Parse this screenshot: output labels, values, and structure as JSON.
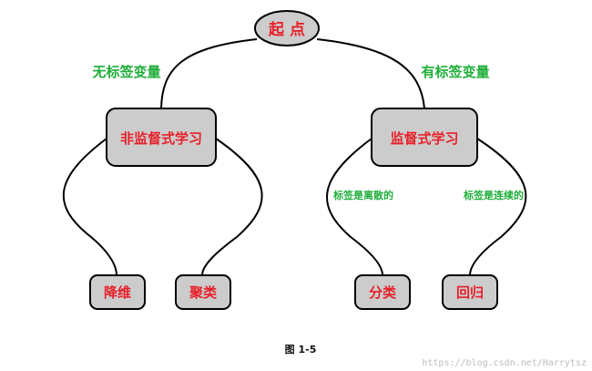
{
  "diagram": {
    "root": "起 点",
    "branch_labels": {
      "left": "无标签变量",
      "right": "有标签变量"
    },
    "nodes": {
      "unsupervised": "非监督式学习",
      "supervised": "监督式学习",
      "dim_reduction": "降维",
      "clustering": "聚类",
      "classification": "分类",
      "regression": "回归"
    },
    "edge_labels": {
      "classification": "标签是离散的",
      "regression": "标签是连续的"
    }
  },
  "caption": "图 1-5",
  "watermark": "https://blog.csdn.net/Harrytsz",
  "colors": {
    "node_fill": "#cccccc",
    "node_text": "#e8202a",
    "edge_label": "#1fae3a",
    "outline": "#000000"
  }
}
